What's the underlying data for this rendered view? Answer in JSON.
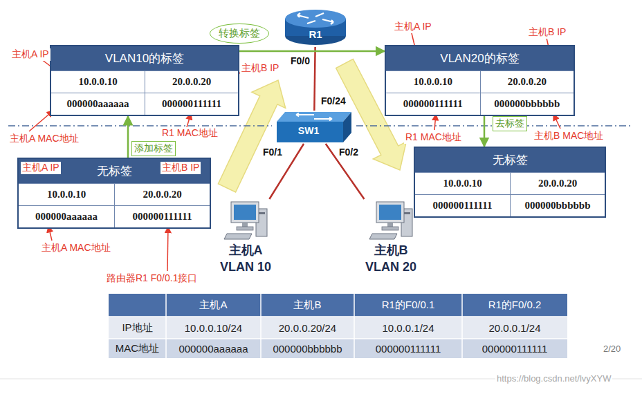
{
  "diagram": {
    "nodes": [
      {
        "text": [
          "VLAN10的标签",
          "10.0.0.10",
          "20.0.0.20",
          "000000aaaaaa",
          "000000111111"
        ]
      },
      {
        "text": [
          "R1"
        ]
      },
      {
        "text": [
          "VLAN20的标签",
          "10.0.0.10",
          "20.0.0.20",
          "000000111111",
          "000000bbbbbb"
        ]
      },
      {
        "text": [
          "SW1"
        ]
      },
      {
        "text": [
          "无标签",
          "10.0.0.10",
          "20.0.0.20",
          "000000aaaaaa",
          "000000111111"
        ]
      },
      {
        "text": [
          "无标签",
          "10.0.0.10",
          "20.0.0.20",
          "000000111111",
          "000000bbbbbb"
        ]
      },
      {
        "text": [
          "主机A",
          "VLAN 10"
        ]
      },
      {
        "text": [
          "主机B",
          "VLAN 20"
        ]
      }
    ],
    "edges": [
      {
        "from": 1,
        "to": 3,
        "arrow": "none"
      },
      {
        "from": 3,
        "to": 6,
        "arrow": "none"
      },
      {
        "from": 3,
        "to": 7,
        "arrow": "none"
      },
      {
        "from": 4,
        "to": 0,
        "arrow": "to"
      },
      {
        "from": 0,
        "to": 2,
        "arrow": "to"
      },
      {
        "from": 2,
        "to": 5,
        "arrow": "to"
      }
    ],
    "labels": [
      "转换标签",
      "主机A IP",
      "主机B IP",
      "主机A MAC地址",
      "R1 MAC地址",
      "添加标签",
      "主机A IP",
      "主机B IP",
      "主机A MAC地址",
      "路由器R1 F0/0.1接口",
      "主机A IP",
      "主机B IP",
      "R1 MAC地址",
      "去标签",
      "主机B MAC地址",
      "F0/0",
      "F0/24",
      "F0/1",
      "F0/2",
      "主机A",
      "主机B",
      "R1的F0/0.1",
      "R1的F0/0.2",
      "IP地址",
      "10.0.0.10/24",
      "20.0.0.20/24",
      "10.0.0.1/24",
      "20.0.0.1/24",
      "MAC地址",
      "000000aaaaaa",
      "000000bbbbbb",
      "000000111111",
      "000000111111",
      "2/20",
      "https://blog.csdn.net/lvyXYW"
    ]
  }
}
